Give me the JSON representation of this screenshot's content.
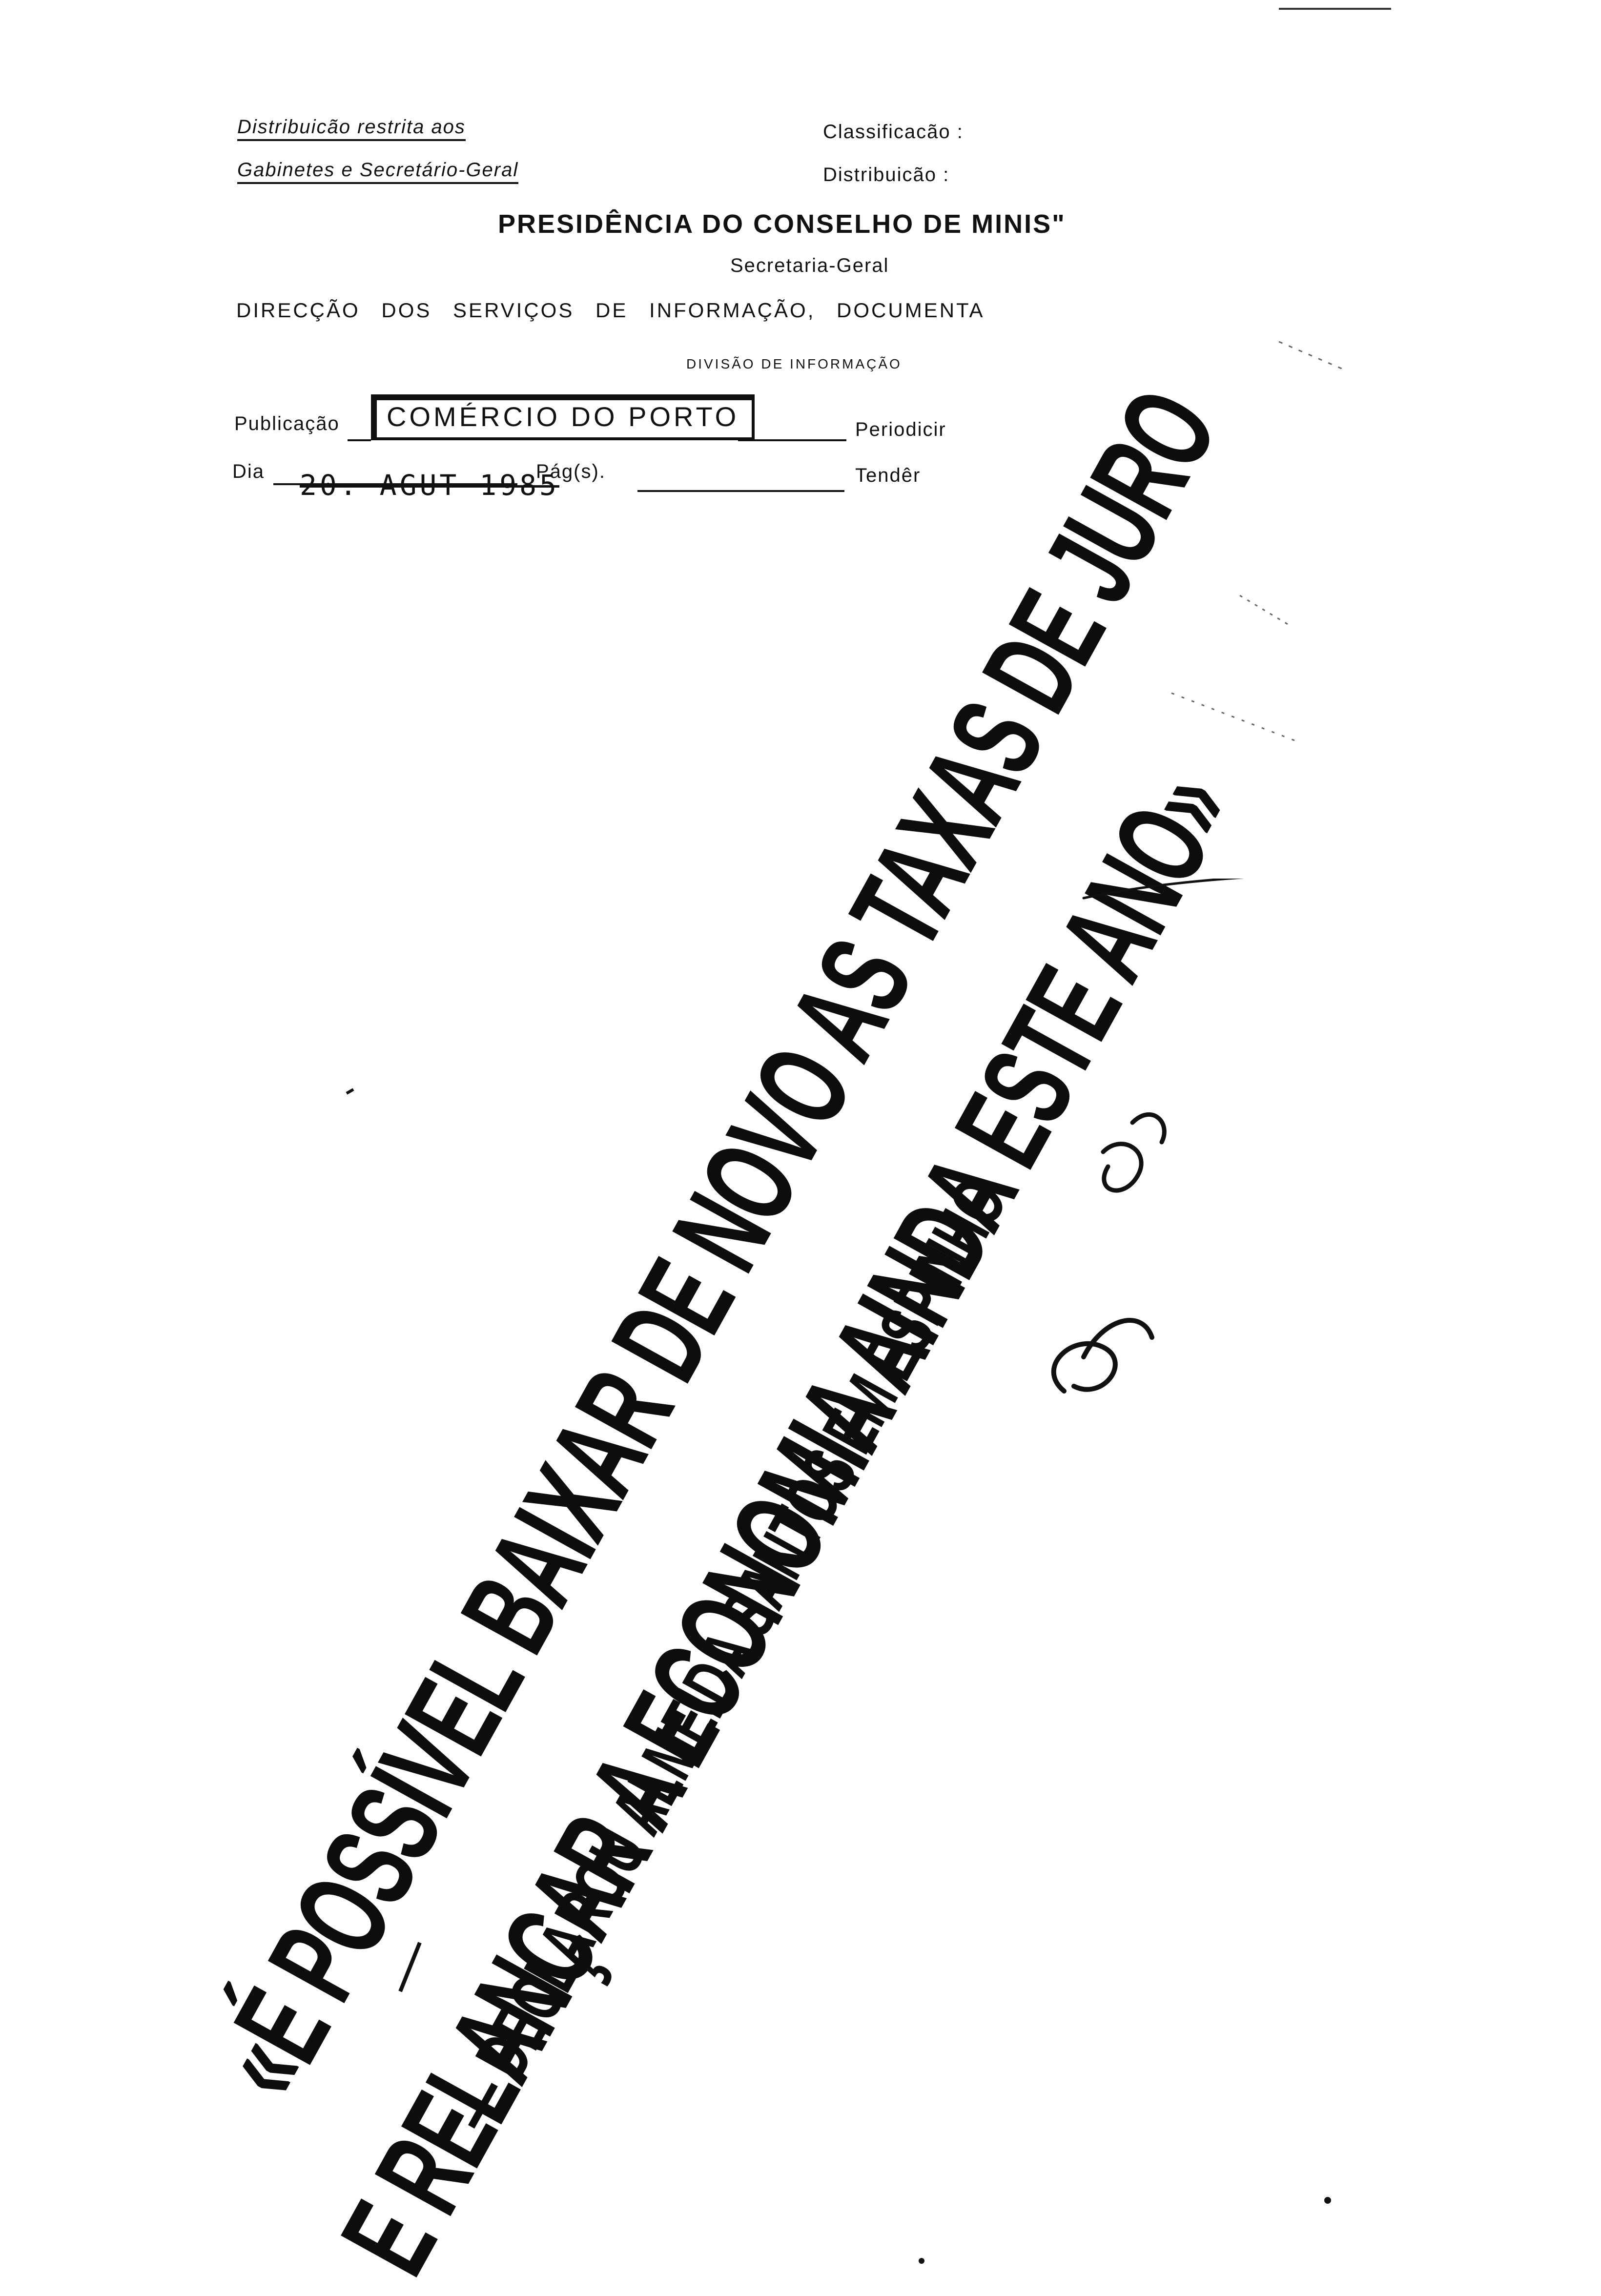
{
  "header": {
    "restrict_line1": "Distribuicão restrita aos",
    "restrict_line2": "Gabinetes e Secretário-Geral",
    "classificacao_label": "Classificacão :",
    "distribuicao_label": "Distribuicão :",
    "title": "PRESIDÊNCIA DO CONSELHO DE MINIS\"",
    "subtitle": "Secretaria-Geral",
    "direccao": "DIRECÇÃO DOS SERVIÇOS DE INFORMAÇÃO, DOCUMENTA",
    "divisao": "DIVISÃO DE INFORMAÇÃO"
  },
  "fields": {
    "publicacao_label": "Publicação",
    "publicacao_value": "COMÉRCIO DO PORTO",
    "periodicidade_label": "Periodicir",
    "dia_label": "Dia",
    "dia_value": "20. AGUT 1985",
    "pags_label": "Pág(s).",
    "tendencia_label": "Tendêr"
  },
  "headline": {
    "line1": "«É POSSÍVEL BAIXAR DE NOVO AS TAXAS DE JURO",
    "line2": "E RELANÇAR A ECONOMIA AINDA ESTE ANO»",
    "line3": "— DECLAROU ALMEIDA SANTOS EM ESPINHO"
  }
}
